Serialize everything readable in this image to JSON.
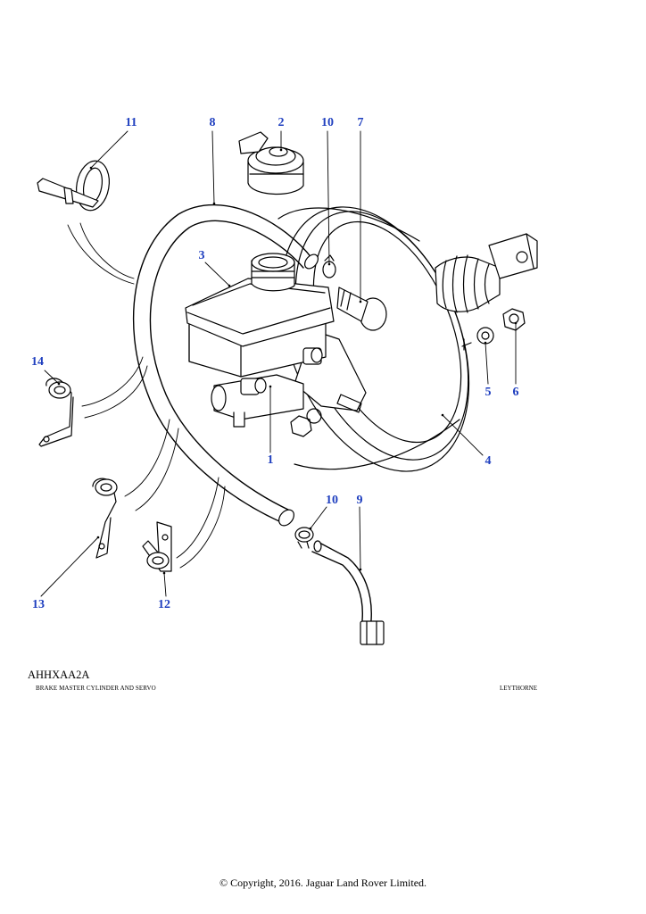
{
  "colors": {
    "callout": "#1f3fbf",
    "line": "#000000",
    "background": "#ffffff"
  },
  "callouts": [
    "11",
    "8",
    "2",
    "10",
    "7",
    "3",
    "14",
    "1",
    "5",
    "6",
    "4",
    "10",
    "9",
    "13",
    "12"
  ],
  "footer": {
    "code": "AHHXAA2A",
    "caption": "BRAKE MASTER CYLINDER AND SERVO",
    "location": "LEYTHORNE",
    "copyright": "© Copyright, 2016. Jaguar Land Rover Limited."
  }
}
